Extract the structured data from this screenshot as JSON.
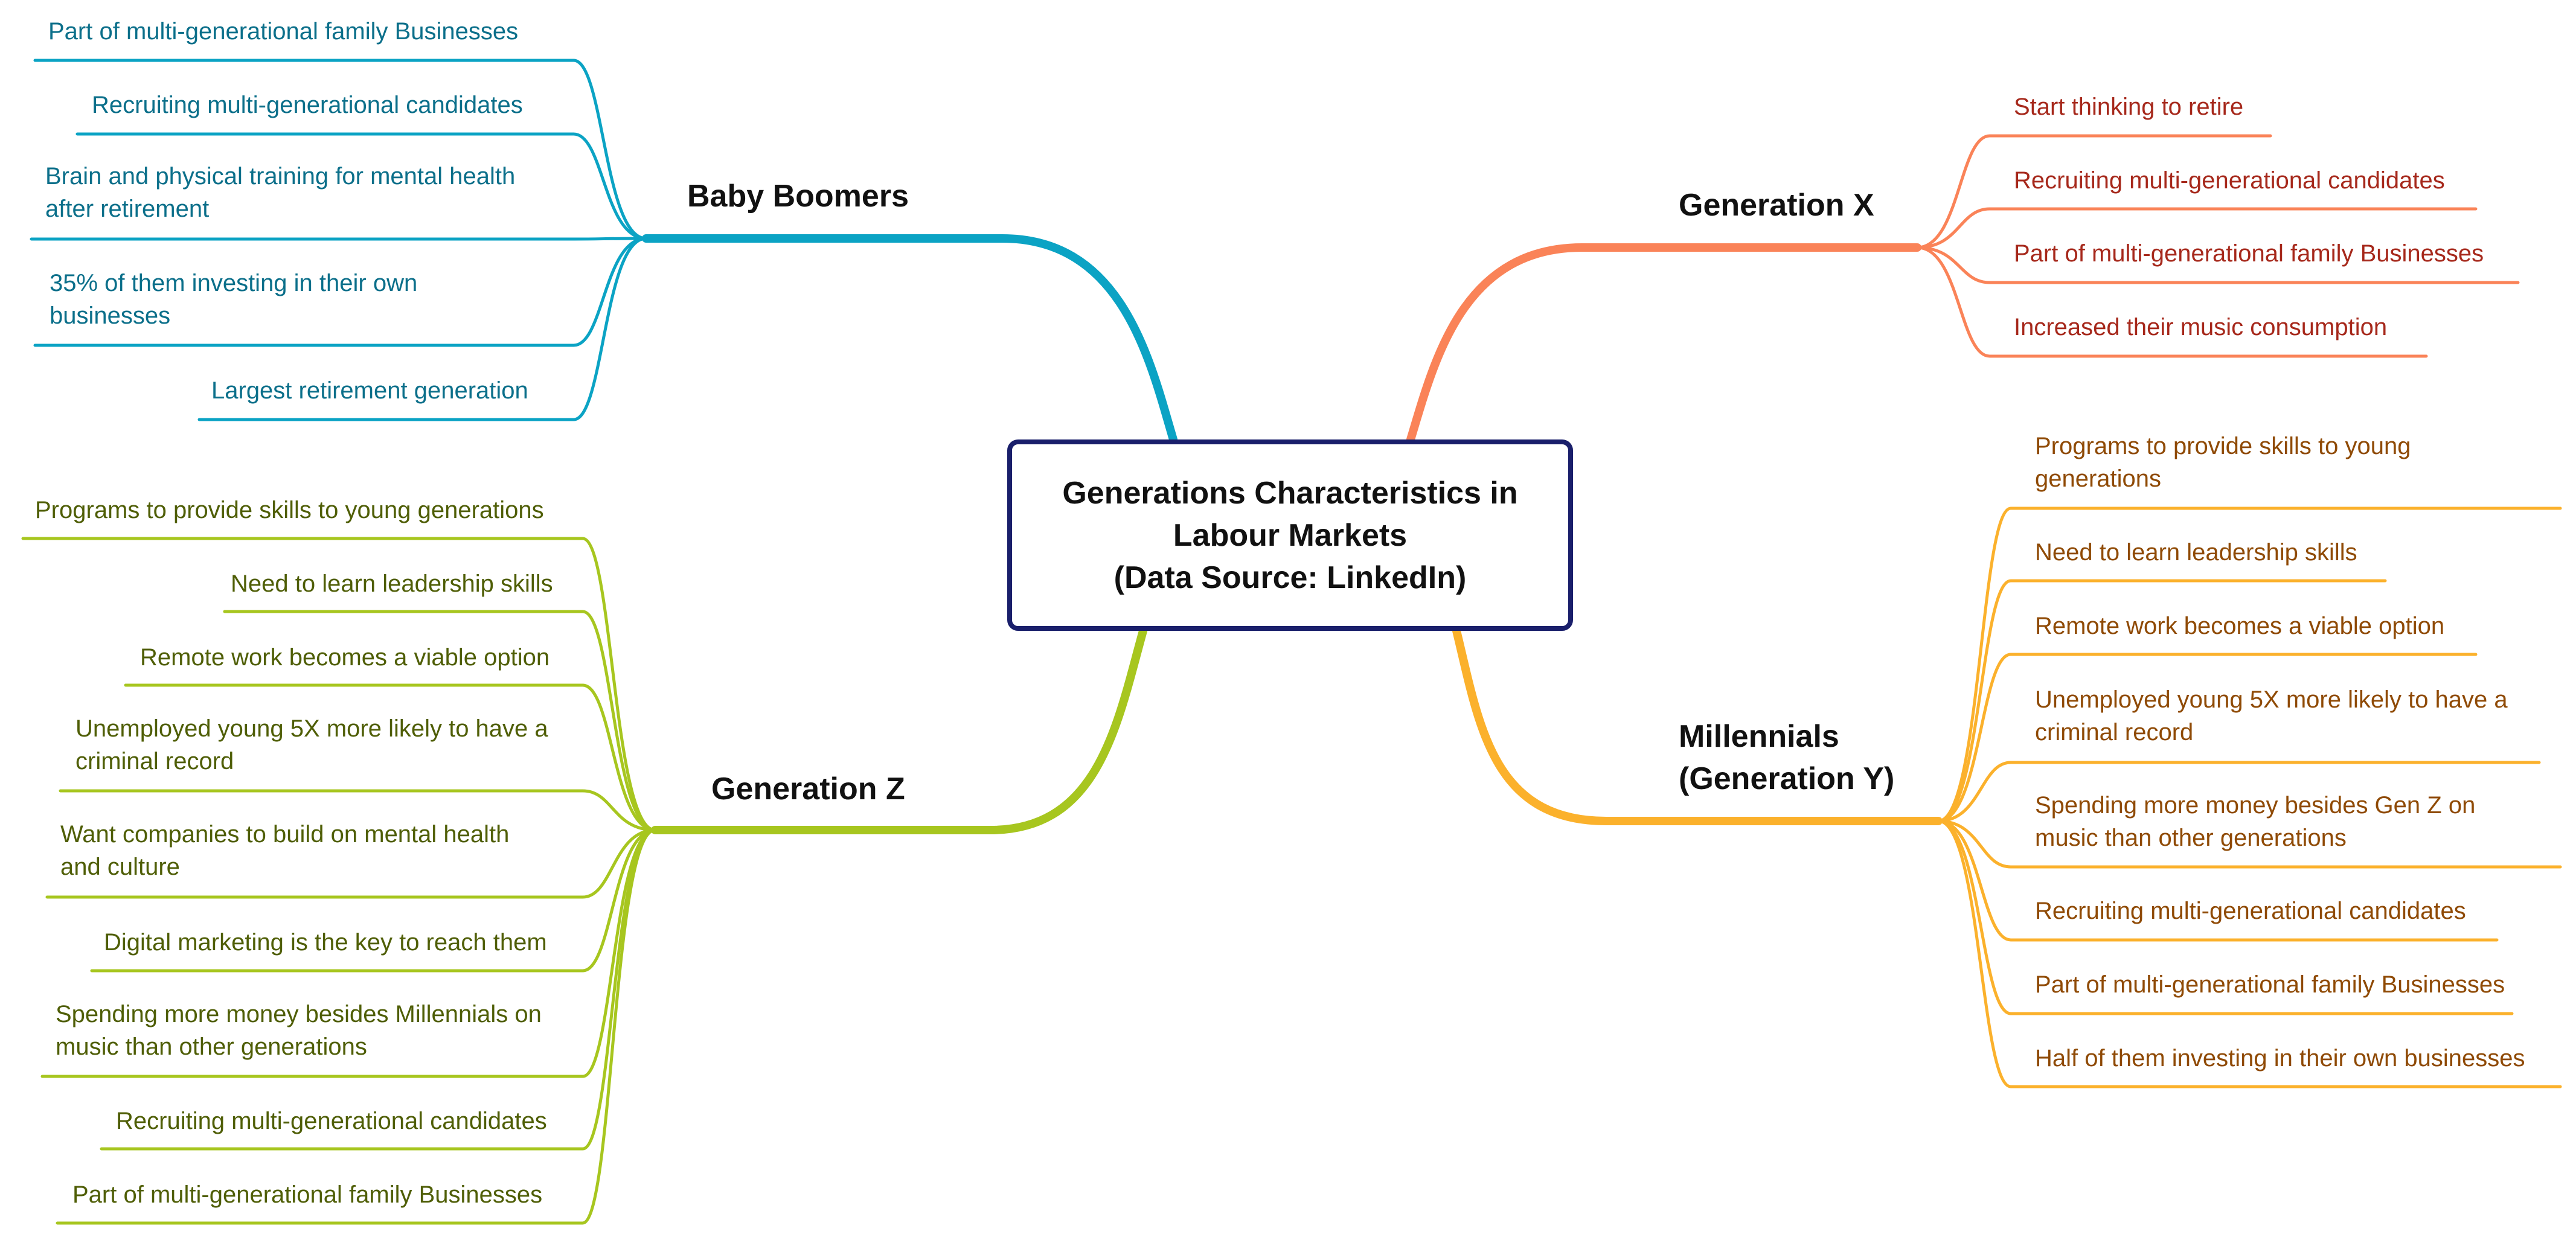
{
  "center": {
    "lines": [
      "Generations Characteristics in",
      "Labour Markets",
      "(Data Source: LinkedIn)"
    ]
  },
  "colors": {
    "baby_boomers": "#0ba3c4",
    "baby_boomers_text": "#0b6f8a",
    "generation_x": "#fa8358",
    "generation_x_text": "#a6281b",
    "millennials": "#fbb12c",
    "millennials_text": "#8f4a05",
    "generation_z": "#a7c61f",
    "generation_z_text": "#4f5e06",
    "center_border": "#1a1f6b"
  },
  "branches": {
    "baby_boomers": {
      "title": [
        "Baby Boomers"
      ],
      "items": [
        [
          "Part of multi-generational family Businesses"
        ],
        [
          "Recruiting multi-generational candidates"
        ],
        [
          "Brain and physical training for mental health",
          "after retirement"
        ],
        [
          "35% of them investing in their own",
          "businesses"
        ],
        [
          "Largest retirement generation"
        ]
      ]
    },
    "generation_x": {
      "title": [
        "Generation X"
      ],
      "items": [
        [
          "Start thinking to retire"
        ],
        [
          "Recruiting multi-generational candidates"
        ],
        [
          "Part of multi-generational family Businesses"
        ],
        [
          "Increased their music consumption"
        ]
      ]
    },
    "millennials": {
      "title": [
        "Millennials",
        "(Generation Y)"
      ],
      "items": [
        [
          "Programs to provide skills to young",
          "generations"
        ],
        [
          "Need to learn leadership skills"
        ],
        [
          "Remote work becomes a viable option"
        ],
        [
          "Unemployed young 5X more likely to have a",
          "criminal record"
        ],
        [
          "Spending more money besides Gen Z on",
          "music than other generations"
        ],
        [
          "Recruiting multi-generational candidates"
        ],
        [
          "Part of multi-generational family Businesses"
        ],
        [
          "Half of them investing in their own businesses"
        ]
      ]
    },
    "generation_z": {
      "title": [
        "Generation Z"
      ],
      "items": [
        [
          "Programs to provide skills to young generations"
        ],
        [
          "Need to learn leadership skills"
        ],
        [
          "Remote work becomes a viable option"
        ],
        [
          "Unemployed young 5X more likely to have a",
          "criminal record"
        ],
        [
          "Want companies to build on mental health",
          "and culture"
        ],
        [
          "Digital marketing is the key to reach them"
        ],
        [
          "Spending more money besides Millennials on",
          "music than other generations"
        ],
        [
          "Recruiting multi-generational candidates"
        ],
        [
          "Part of multi-generational family Businesses"
        ]
      ]
    }
  }
}
